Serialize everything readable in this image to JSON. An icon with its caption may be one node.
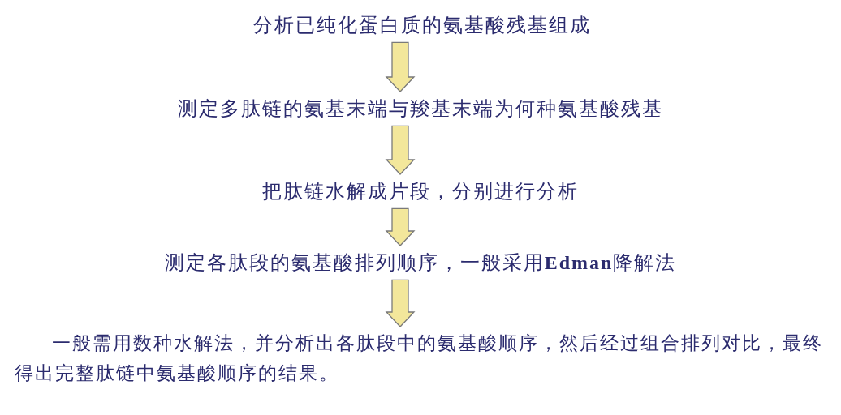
{
  "diagram": {
    "nodes": [
      {
        "text": [
          "分析已纯化蛋白质的氨基酸残基组成"
        ]
      },
      {
        "text": [
          "测定多肽链的氨基末端与羧基末端为何种氨基酸残基"
        ]
      },
      {
        "text": [
          "把肽链水解成片段，分别进行分析"
        ]
      },
      {
        "text": [
          "测定各肽段的氨基酸排列顺序，一般采用**Edman**降解法"
        ]
      },
      {
        "text": [
          "一般需用数种水解法，并分析出各肽段中的氨基酸顺序，然后经过组合排列对比，最终得出完整肽链中氨基酸顺序的结果。"
        ]
      }
    ],
    "edges": [
      {
        "from": 0,
        "to": 1,
        "arrow": "to"
      },
      {
        "from": 1,
        "to": 2,
        "arrow": "to"
      },
      {
        "from": 2,
        "to": 3,
        "arrow": "to"
      },
      {
        "from": 3,
        "to": 4,
        "arrow": "to"
      }
    ]
  }
}
